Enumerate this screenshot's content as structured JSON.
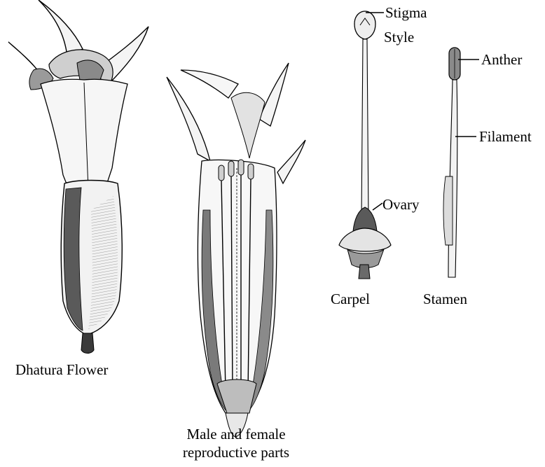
{
  "figure": {
    "panels": {
      "dhatura_flower": {
        "caption": "Dhatura Flower"
      },
      "reproductive_parts": {
        "caption_line1": "Male and female",
        "caption_line2": "reproductive parts"
      },
      "carpel": {
        "caption": "Carpel",
        "labels": {
          "stigma": "Stigma",
          "style": "Style",
          "ovary": "Ovary"
        }
      },
      "stamen": {
        "caption": "Stamen",
        "labels": {
          "anther": "Anther",
          "filament": "Filament"
        }
      }
    },
    "colors": {
      "ink": "#000000",
      "petal_fill": "#f4f4f4",
      "shade_dark": "#5a5a5a",
      "shade_mid": "#9a9a9a",
      "shade_light": "#cfcfcf",
      "background": "#ffffff"
    }
  }
}
